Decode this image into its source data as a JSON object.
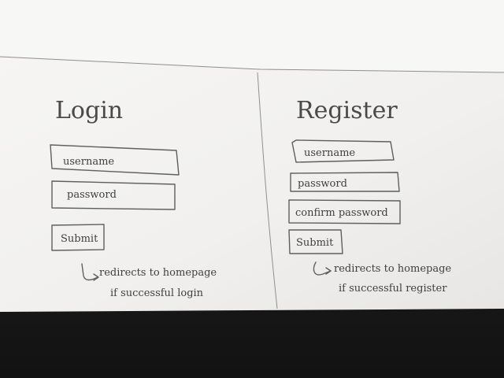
{
  "login": {
    "title": "Login",
    "username": "username",
    "password": "password",
    "submit": "Submit",
    "note": "redirects to homepage",
    "note2": "if successful login"
  },
  "register": {
    "title": "Register",
    "username": "username",
    "password": "password",
    "confirm": "confirm password",
    "submit": "Submit",
    "note": "redirects to homepage",
    "note2": "if successful register"
  },
  "colors": {
    "paper": "#f3f2f0",
    "desk": "#1c1c1c",
    "ink": "#4a4a4a"
  }
}
